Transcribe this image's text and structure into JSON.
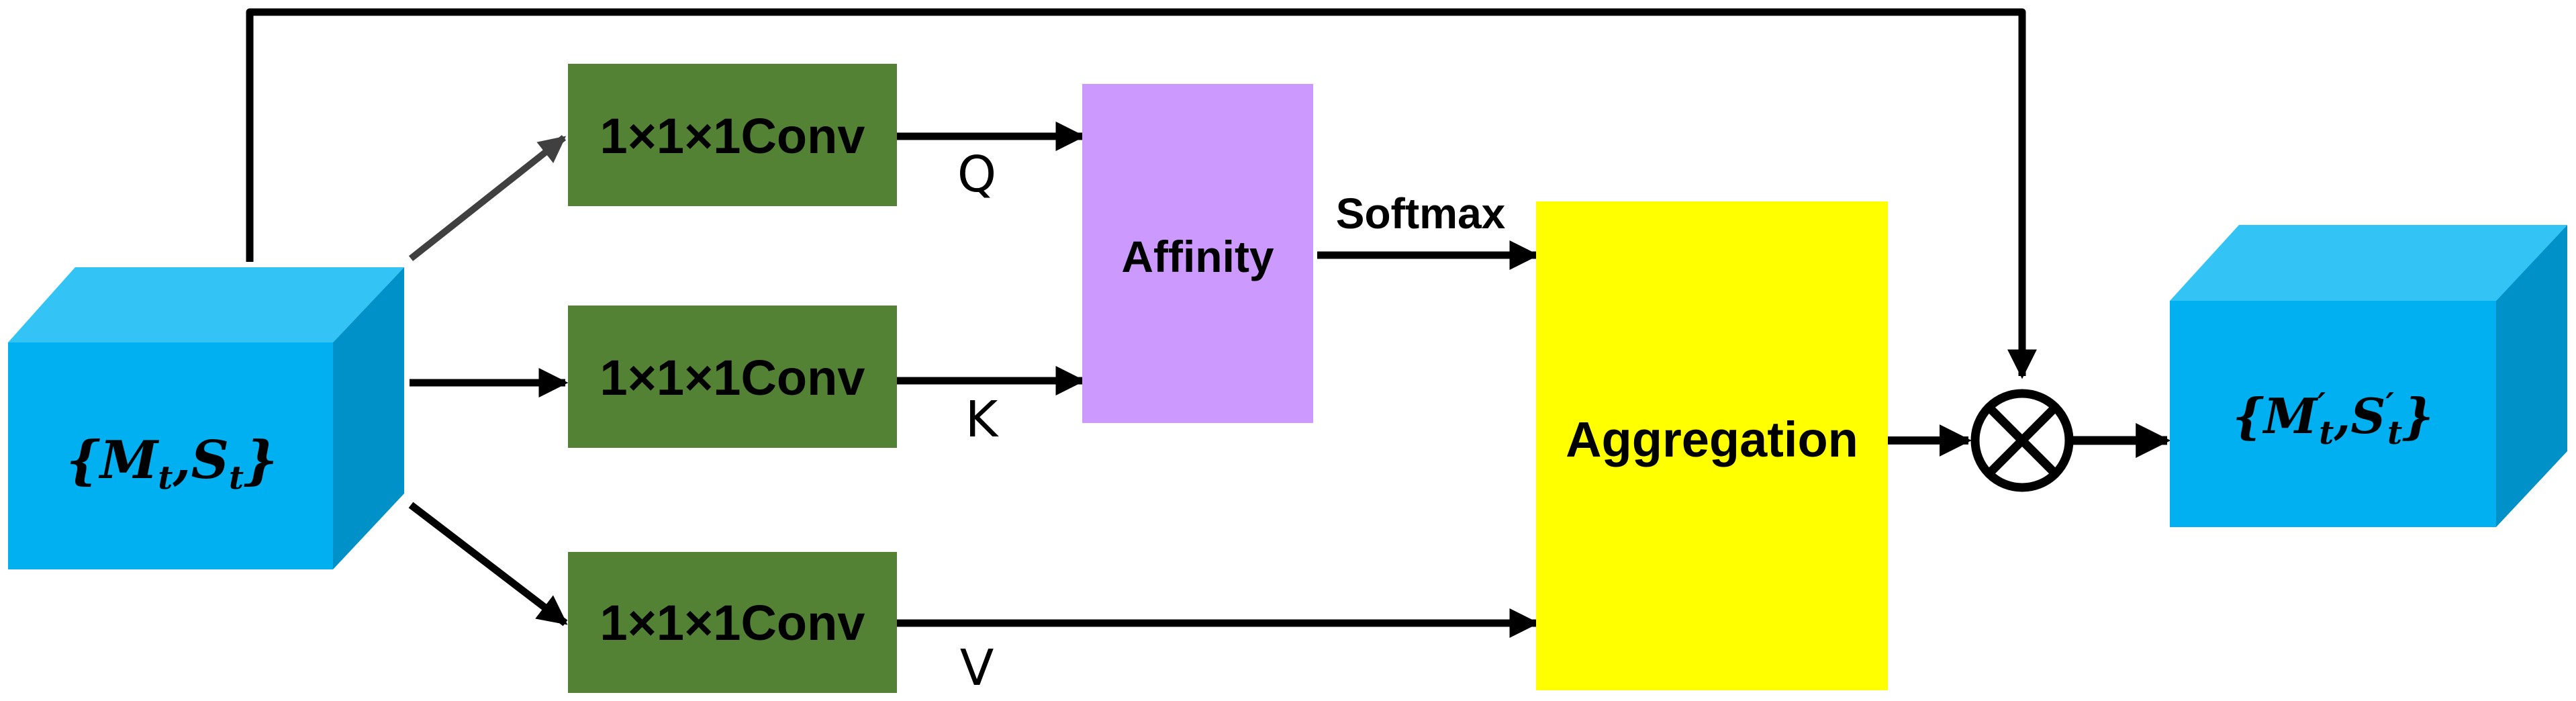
{
  "colors": {
    "cube_front": "#00b0f0",
    "cube_top": "#33c3f5",
    "cube_side": "#0091c8",
    "conv_fill": "#548235",
    "affinity_fill": "#cc99ff",
    "aggregation_fill": "#ffff00",
    "line": "#000000",
    "q_arrow": "#404040"
  },
  "input_tensor": {
    "open": "{",
    "m": "M",
    "m_sub": "t",
    "comma": ",",
    "s": "S",
    "s_sub": "t",
    "close": "}"
  },
  "output_tensor": {
    "open": "{",
    "m": "M",
    "m_sup": "′",
    "m_sub": "t",
    "comma": ",",
    "s": "S",
    "s_sup": "′",
    "s_sub": "t",
    "close": "}"
  },
  "conv_q": {
    "label": "1×1×1Conv"
  },
  "conv_k": {
    "label": "1×1×1Conv"
  },
  "conv_v": {
    "label": "1×1×1Conv"
  },
  "edge_labels": {
    "q": "Q",
    "k": "K",
    "v": "V",
    "softmax": "Softmax"
  },
  "affinity": {
    "label": "Affinity"
  },
  "aggregation": {
    "label": "Aggregation"
  },
  "multiply": {
    "icon": "circle-times-icon"
  }
}
